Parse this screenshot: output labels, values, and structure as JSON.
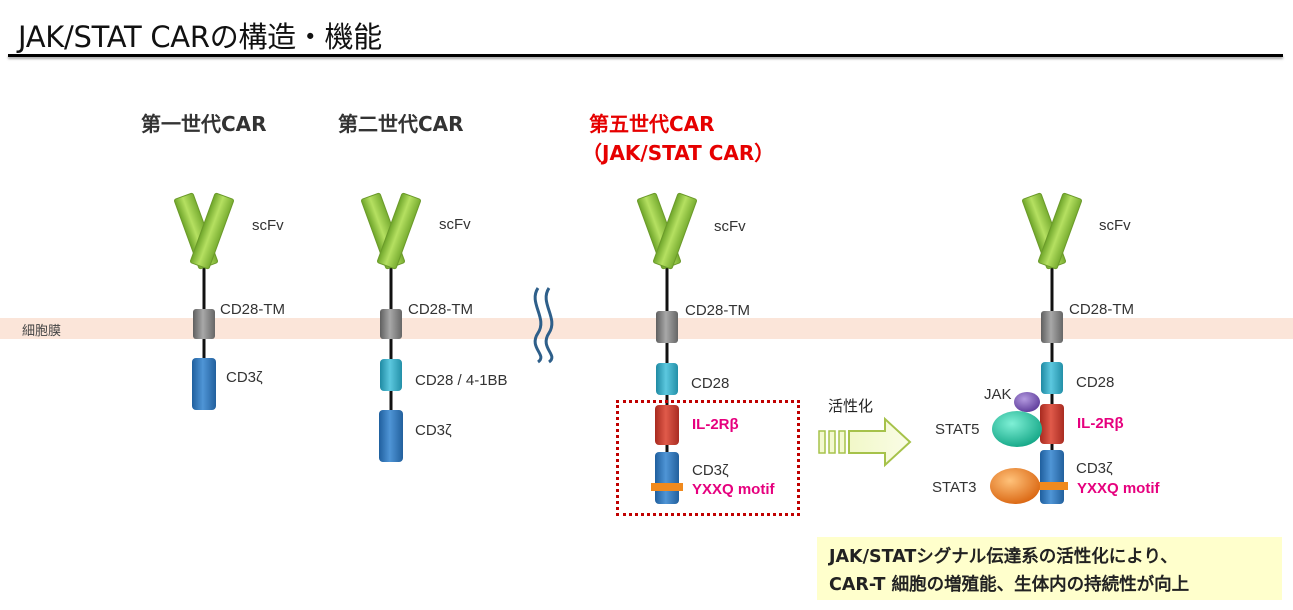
{
  "title": "JAK/STAT CARの構造・機能",
  "membrane_label": "細胞膜",
  "generations": {
    "gen1": "第一世代CAR",
    "gen2": "第二世代CAR",
    "gen5_line1": "第五世代CAR",
    "gen5_line2": "（JAK/STAT CAR）"
  },
  "labels": {
    "scfv": "scFv",
    "cd28tm": "CD28-TM",
    "cd3z": "CD3ζ",
    "cd28_41bb": "CD28 / 4-1BB",
    "cd28": "CD28",
    "il2rb": "IL-2Rβ",
    "yxxq": "YXXQ motif",
    "jak": "JAK",
    "stat5": "STAT5",
    "stat3": "STAT3"
  },
  "activation_label": "活性化",
  "callout": {
    "line1": "JAK/STATシグナル伝達系の活性化により、",
    "line2": "CAR-T 細胞の増殖能、生体内の持続性が向上"
  },
  "colors": {
    "scfv_green": "#8cc63f",
    "tm_gray": "#7f7f7f",
    "cd3z_blue": "#2e75b6",
    "cd28_teal": "#31a0b8",
    "il2rb_red": "#c0392b",
    "yxxq_orange": "#f08a1e",
    "jak_purple": "#7a52b3",
    "stat5_teal": "#1abc9c",
    "stat3_orange": "#e67e22",
    "membrane": "#fbe5d9",
    "highlight_red": "#e60000",
    "magenta": "#e6007e",
    "callout_yellow": "#ffffcc"
  }
}
